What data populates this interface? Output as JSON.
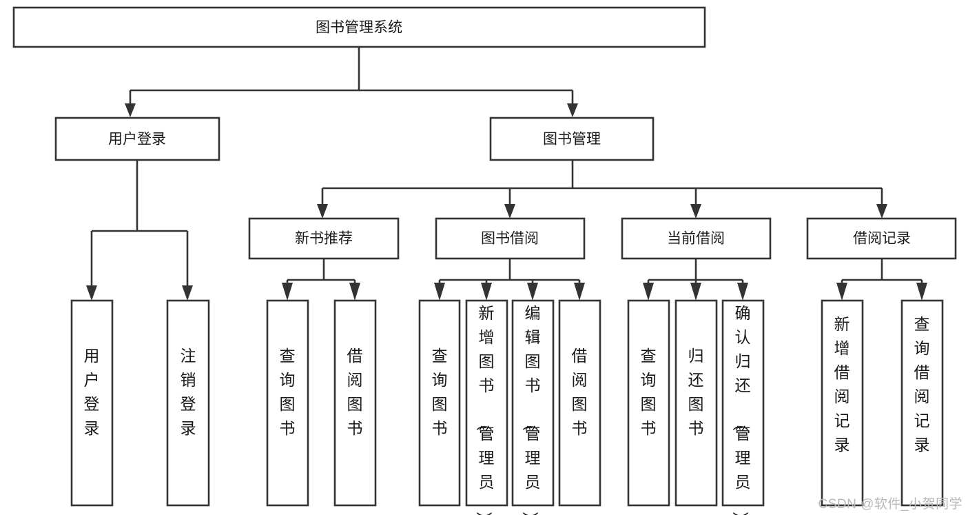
{
  "diagram": {
    "type": "tree-hierarchy-chart",
    "title": "图书管理系统",
    "orientation": "top-down",
    "colors": {
      "box_stroke": "#333333",
      "box_fill": "#ffffff",
      "text": "#1a1a1a",
      "connector": "#333333",
      "watermark": "#b8b8b8",
      "background": "#ffffff"
    },
    "root": {
      "id": "root",
      "label": "图书管理系统"
    },
    "level2": [
      {
        "id": "user-login",
        "label": "用户登录"
      },
      {
        "id": "book-manage",
        "label": "图书管理"
      }
    ],
    "level3": [
      {
        "id": "new-book-recommend",
        "label": "新书推荐",
        "parent": "book-manage"
      },
      {
        "id": "book-borrow",
        "label": "图书借阅",
        "parent": "book-manage"
      },
      {
        "id": "current-borrow",
        "label": "当前借阅",
        "parent": "book-manage"
      },
      {
        "id": "borrow-record",
        "label": "借阅记录",
        "parent": "book-manage"
      }
    ],
    "leaves": [
      {
        "id": "leaf-user-login",
        "label": "用户登录",
        "parent": "user-login"
      },
      {
        "id": "leaf-logout-login",
        "label": "注销登录",
        "parent": "user-login"
      },
      {
        "id": "leaf-query-book-1",
        "label": "查询图书",
        "parent": "new-book-recommend"
      },
      {
        "id": "leaf-borrow-book-1",
        "label": "借阅图书",
        "parent": "new-book-recommend"
      },
      {
        "id": "leaf-query-book-2",
        "label": "查询图书",
        "parent": "book-borrow"
      },
      {
        "id": "leaf-add-book",
        "label": "新增图书（管理员）",
        "parent": "book-borrow"
      },
      {
        "id": "leaf-edit-book",
        "label": "编辑图书（管理员）",
        "parent": "book-borrow"
      },
      {
        "id": "leaf-borrow-book-2",
        "label": "借阅图书",
        "parent": "book-borrow"
      },
      {
        "id": "leaf-query-book-3",
        "label": "查询图书",
        "parent": "current-borrow"
      },
      {
        "id": "leaf-return-book",
        "label": "归还图书",
        "parent": "current-borrow"
      },
      {
        "id": "leaf-confirm-return",
        "label": "确认归还（管理员）",
        "parent": "current-borrow"
      },
      {
        "id": "leaf-add-record",
        "label": "新增借阅记录",
        "parent": "borrow-record"
      },
      {
        "id": "leaf-query-record",
        "label": "查询借阅记录",
        "parent": "borrow-record"
      }
    ]
  },
  "watermark": {
    "text": "CSDN @软件_小贺同学"
  }
}
